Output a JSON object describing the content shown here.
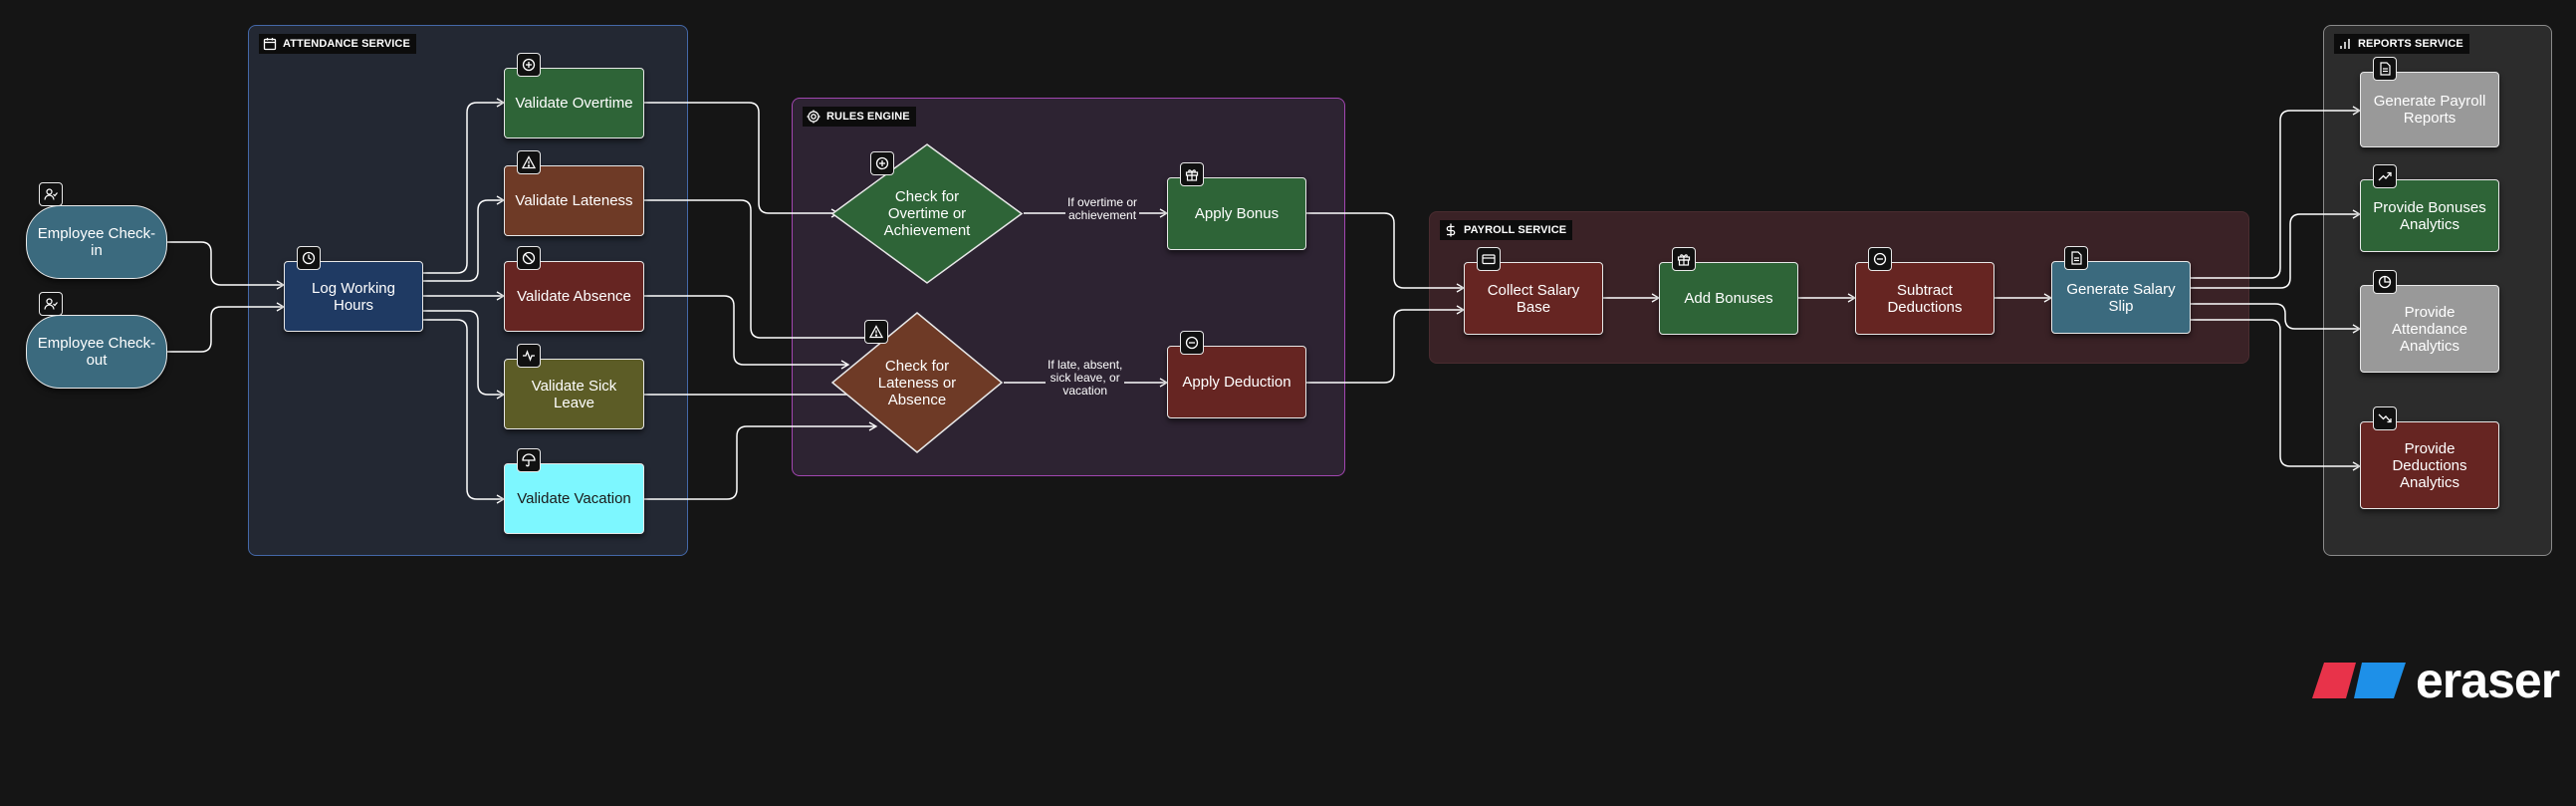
{
  "groups": {
    "attendance": {
      "label": "ATTENDANCE SERVICE",
      "icon": "calendar-icon"
    },
    "rules": {
      "label": "RULES ENGINE",
      "icon": "gear-icon"
    },
    "payroll": {
      "label": "PAYROLL SERVICE",
      "icon": "dollar-icon"
    },
    "reports": {
      "label": "REPORTS SERVICE",
      "icon": "bar-chart-icon"
    }
  },
  "nodes": {
    "checkin": {
      "label": "Employee Check-\nin",
      "icon": "user-check-icon",
      "color": "#3b6a7e"
    },
    "checkout": {
      "label": "Employee Check-\nout",
      "icon": "user-check-icon",
      "color": "#3b6a7e"
    },
    "log_hours": {
      "label": "Log Working\nHours",
      "icon": "clock-icon",
      "color": "#1f3a63"
    },
    "val_overtime": {
      "label": "Validate Overtime",
      "icon": "plus-circle-icon",
      "color": "#2e6437"
    },
    "val_lateness": {
      "label": "Validate Lateness",
      "icon": "warning-icon",
      "color": "#6e3a26"
    },
    "val_absence": {
      "label": "Validate Absence",
      "icon": "ban-icon",
      "color": "#662522"
    },
    "val_sick": {
      "label": "Validate Sick\nLeave",
      "icon": "activity-icon",
      "color": "#5c5c26"
    },
    "val_vacation": {
      "label": "Validate Vacation",
      "icon": "umbrella-icon",
      "color": "#7df7ff"
    },
    "check_overtime": {
      "label": "Check for\nOvertime or\nAchievement",
      "icon": "plus-circle-icon",
      "color": "#2e6437"
    },
    "check_lateness": {
      "label": "Check for\nLateness or\nAbsence",
      "icon": "warning-icon",
      "color": "#6e3a26"
    },
    "apply_bonus": {
      "label": "Apply Bonus",
      "icon": "gift-icon",
      "color": "#2e6437"
    },
    "apply_deduction": {
      "label": "Apply Deduction",
      "icon": "minus-circle-icon",
      "color": "#662522"
    },
    "collect_salary": {
      "label": "Collect Salary\nBase",
      "icon": "credit-card-icon",
      "color": "#662522"
    },
    "add_bonuses": {
      "label": "Add Bonuses",
      "icon": "gift-icon",
      "color": "#2e6437"
    },
    "subtract_deductions": {
      "label": "Subtract\nDeductions",
      "icon": "minus-circle-icon",
      "color": "#662522"
    },
    "gen_slip": {
      "label": "Generate Salary\nSlip",
      "icon": "file-icon",
      "color": "#3b6a7e"
    },
    "gen_reports": {
      "label": "Generate Payroll\nReports",
      "icon": "file-icon",
      "color": "#999999"
    },
    "bonus_analytics": {
      "label": "Provide Bonuses\nAnalytics",
      "icon": "trending-up-icon",
      "color": "#2e6437"
    },
    "attendance_analytics": {
      "label": "Provide\nAttendance\nAnalytics",
      "icon": "pie-chart-icon",
      "color": "#999999"
    },
    "deduction_analytics": {
      "label": "Provide\nDeductions\nAnalytics",
      "icon": "trending-down-icon",
      "color": "#662522"
    }
  },
  "edge_labels": {
    "overtime": "If overtime or\nachievement",
    "lateness": "If late, absent,\nsick leave, or\nvacation"
  },
  "brand": {
    "name": "eraser"
  },
  "colors": {
    "attendance_bg": "#232833",
    "attendance_border": "#4468a8",
    "rules_bg": "#2d2332",
    "rules_border": "#a146b0",
    "payroll_bg": "#3a2226",
    "payroll_border": "#4a2c30",
    "reports_bg": "#2c2c2c",
    "reports_border": "#8a8a8a",
    "logo_red": "#e8334a",
    "logo_blue": "#1e90e8"
  }
}
